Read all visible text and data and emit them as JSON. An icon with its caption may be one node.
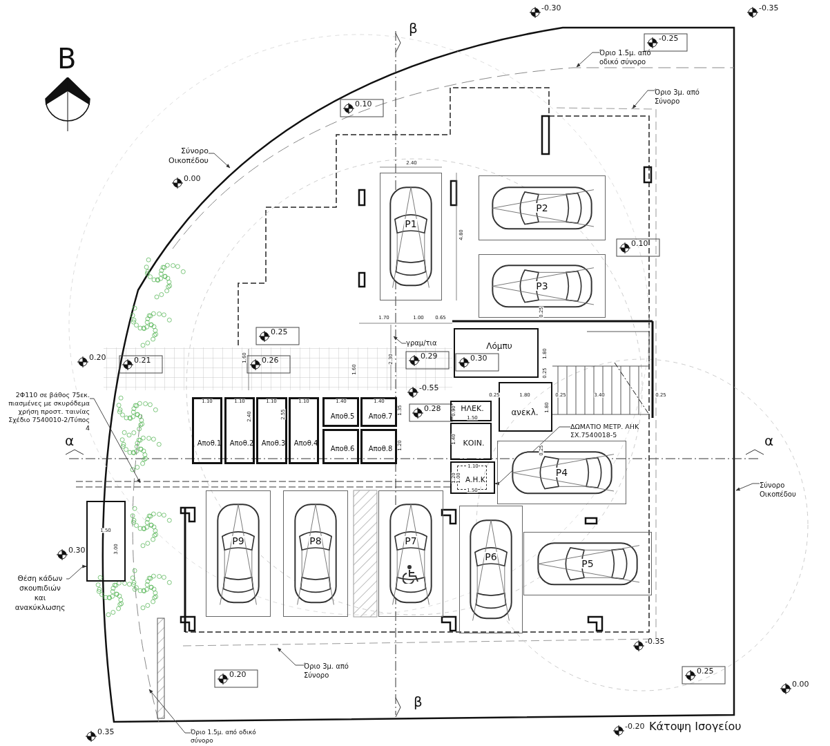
{
  "diagram": {
    "caption": "Κάτοψη Ισογείου",
    "nodes": [
      {
        "text": [
          "P1"
        ]
      },
      {
        "text": [
          "P2"
        ]
      },
      {
        "text": [
          "P3"
        ]
      },
      {
        "text": [
          "Λόμπυ"
        ]
      },
      {
        "text": [
          "ΗΛΕΚ."
        ]
      },
      {
        "text": [
          "ανεκλ."
        ]
      },
      {
        "text": [
          "ΚΟΙΝ."
        ]
      },
      {
        "text": [
          "Α.Η.Κ."
        ]
      },
      {
        "text": [
          "P4"
        ]
      },
      {
        "text": [
          "Αποθ.1"
        ]
      },
      {
        "text": [
          "Αποθ.2"
        ]
      },
      {
        "text": [
          "Αποθ.3"
        ]
      },
      {
        "text": [
          "Αποθ.4"
        ]
      },
      {
        "text": [
          "Αποθ.5"
        ]
      },
      {
        "text": [
          "Αποθ.7"
        ]
      },
      {
        "text": [
          "Αποθ.6"
        ]
      },
      {
        "text": [
          "Αποθ.8"
        ]
      },
      {
        "text": [
          "P9"
        ]
      },
      {
        "text": [
          "P8"
        ]
      },
      {
        "text": [
          "P7"
        ]
      },
      {
        "text": [
          "P6"
        ]
      },
      {
        "text": [
          "P5"
        ]
      },
      {
        "text": [],
        "shape": "box"
      },
      {
        "text": [
          "Σύνορο Οικοπέδου"
        ]
      },
      {
        "text": [
          "Όριο 1.5μ. από οδικό σύνορο"
        ]
      },
      {
        "text": [
          "Όριο 3μ. από Σύνορο"
        ]
      },
      {
        "text": [
          "γραμ/τια"
        ]
      },
      {
        "text": [
          "2Φ110 σε βάθος 75εκ. πιασμένες με σκυρόδεμα χρήση προστ. ταινίας Σχέδιο 7540010-2/Τύπος 4"
        ]
      },
      {
        "text": [
          "ΔΩΜΑΤΙΟ ΜΕΤΡ. ΑΗΚ ΣΧ.7540018-5"
        ]
      },
      {
        "text": [
          "Σύνορο Οικοπέδου"
        ]
      },
      {
        "text": [
          "Θέση κάδων σκουπιδιών και ανακύκλωσης"
        ]
      },
      {
        "text": [
          "Όριο 3μ. από Σύνορο"
        ]
      },
      {
        "text": [
          "Όριο 1.5μ. από οδικό σύνορο"
        ]
      }
    ],
    "edges": [
      {
        "from": 23,
        "to": null,
        "arrow": "to"
      },
      {
        "from": 24,
        "to": null,
        "arrow": "to"
      },
      {
        "from": 25,
        "to": null,
        "arrow": "to"
      },
      {
        "from": 26,
        "to": null,
        "arrow": "to"
      },
      {
        "from": 27,
        "to": null,
        "arrow": "to"
      },
      {
        "from": 28,
        "to": 7,
        "arrow": "to"
      },
      {
        "from": 29,
        "to": null,
        "arrow": "to"
      },
      {
        "from": 30,
        "to": 22,
        "arrow": "to"
      },
      {
        "from": 31,
        "to": null,
        "arrow": "to"
      },
      {
        "from": 32,
        "to": null,
        "arrow": "to"
      }
    ],
    "labels": [
      "-0.30",
      "-0.35",
      "-0.25",
      "Β",
      "β",
      "0.10",
      "2.40",
      "0.00",
      "4.80",
      "0.10",
      "0.25",
      "1.70",
      "1.00",
      "0.65",
      "0.25",
      "0.20",
      "0.21",
      "1.60",
      "0.26",
      "1.60",
      "2.30",
      "0.29",
      "0.30",
      "1.80",
      "0.25",
      "-0.55",
      "0.25",
      "1.80",
      "0.25",
      "3.40",
      "0.25",
      "1.10",
      "1.10",
      "1.10",
      "1.10",
      "1.40",
      "1.40",
      "1.35",
      "0.28",
      "0.90",
      "1.50",
      "1.80",
      "2.40",
      "2.55",
      "α",
      "1.20",
      "1.40",
      "0.25",
      "α",
      "1.10",
      "1.20",
      "1.00",
      "1.50",
      "1.50",
      "3.00",
      "0.30",
      "-0.35",
      "0.20",
      "0.25",
      "0.00",
      "β",
      "0.35",
      "-0.20"
    ]
  }
}
